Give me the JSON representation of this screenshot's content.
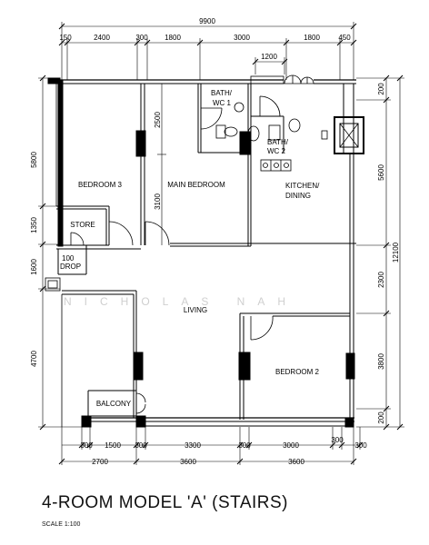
{
  "title": "4-ROOM MODEL 'A' (STAIRS)",
  "scale": "SCALE  1:100",
  "watermark": "NICHOLAS NAH",
  "rooms": {
    "bedroom3": "BEDROOM 3",
    "main_bedroom": "MAIN BEDROOM",
    "bath_wc1_a": "BATH/",
    "bath_wc1_b": "WC 1",
    "bath_wc2_a": "BATH/",
    "bath_wc2_b": "WC 2",
    "kitchen_a": "KITCHEN/",
    "kitchen_b": "DINING",
    "store": "STORE",
    "drop_a": "100",
    "drop_b": "DROP",
    "living": "LIVING",
    "bedroom2": "BEDROOM 2",
    "balcony": "BALCONY"
  },
  "dims": {
    "top_total": "9900",
    "top": [
      "150",
      "2400",
      "300",
      "1800",
      "3000",
      "1800",
      "450"
    ],
    "top_small": "1200",
    "left": [
      "5800",
      "1350",
      "1600",
      "4700"
    ],
    "inner_2500": "2500",
    "inner_3100": "3100",
    "right": [
      "200",
      "5600",
      "2300",
      "3800",
      "200"
    ],
    "right_total": "12100",
    "bottom_row1": [
      "300",
      "1500",
      "300",
      "3300",
      "300",
      "3000",
      "300",
      "300"
    ],
    "bottom_row2": [
      "2700",
      "3600",
      "3600"
    ]
  },
  "colors": {
    "line": "#000000",
    "watermark": "#cfcfcf"
  }
}
